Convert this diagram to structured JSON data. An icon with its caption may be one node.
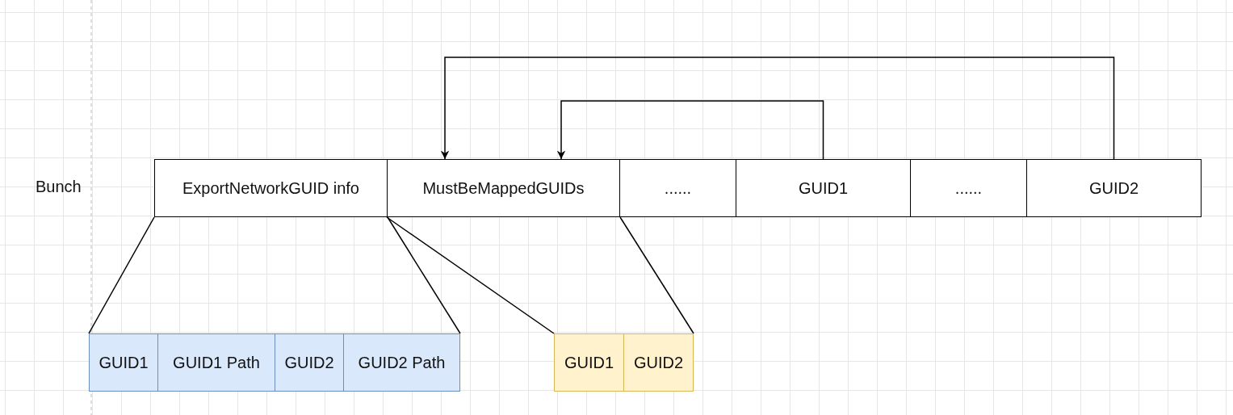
{
  "diagram": {
    "nodes": [
      {
        "text": [
          "ExportNetworkGUID info"
        ]
      },
      {
        "text": [
          "MustBeMappedGUIDs"
        ]
      },
      {
        "text": [
          "......"
        ]
      },
      {
        "text": [
          "GUID1"
        ]
      },
      {
        "text": [
          "......"
        ]
      },
      {
        "text": [
          "GUID2"
        ]
      },
      {
        "text": [
          "GUID1"
        ]
      },
      {
        "text": [
          "GUID1 Path"
        ]
      },
      {
        "text": [
          "GUID2"
        ]
      },
      {
        "text": [
          "GUID2 Path"
        ]
      },
      {
        "text": [
          "GUID1"
        ]
      },
      {
        "text": [
          "GUID2"
        ]
      }
    ],
    "edges": [
      {
        "from": 3,
        "to": 1,
        "arrow": "to"
      },
      {
        "from": 5,
        "to": 1,
        "arrow": "to"
      },
      {
        "from": 0,
        "to": 6,
        "arrow": "none"
      },
      {
        "from": 0,
        "to": 9,
        "arrow": "none"
      },
      {
        "from": 1,
        "to": 10,
        "arrow": "none"
      },
      {
        "from": 1,
        "to": 11,
        "arrow": "none"
      }
    ],
    "labels": [
      "Bunch"
    ]
  }
}
